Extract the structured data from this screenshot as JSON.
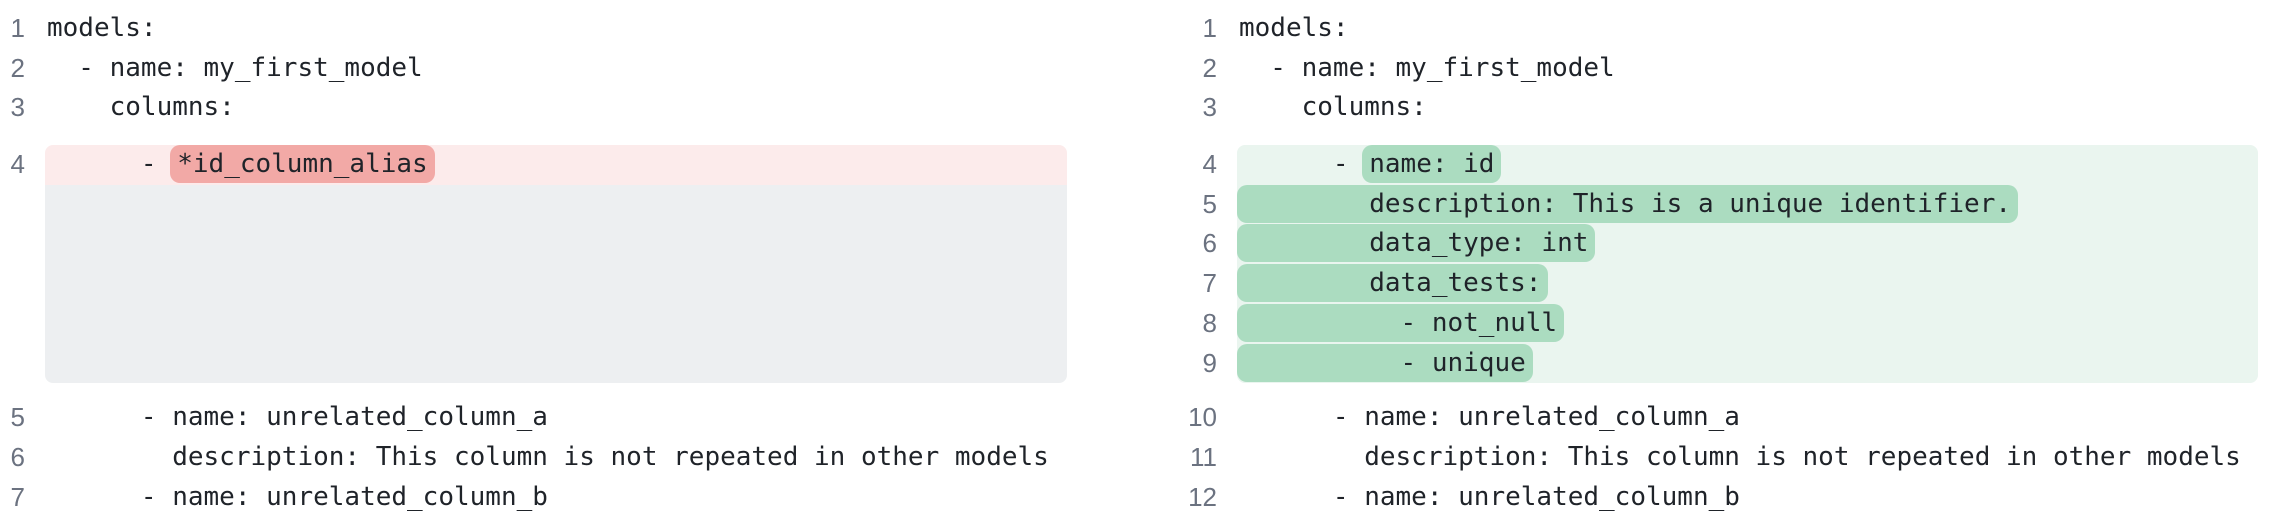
{
  "app": {
    "view": "yaml-diff-side-by-side",
    "language": "yaml"
  },
  "colors": {
    "background": "#ffffff",
    "text": "#1f2329",
    "line_number": "#6b7280",
    "removed_row": "#fcebeb",
    "removed_mark": "#f2a9a6",
    "added_row": "#eaf5ef",
    "added_mark": "#abdcc0",
    "filler": "#edeff1"
  },
  "panes": [
    {
      "id": "before",
      "content": [
        {
          "type": "line",
          "num": "1",
          "segments": [
            {
              "text": "models:"
            }
          ]
        },
        {
          "type": "line",
          "num": "2",
          "segments": [
            {
              "text": "  - name: my_first_model"
            }
          ]
        },
        {
          "type": "line",
          "num": "3",
          "segments": [
            {
              "text": "    columns:"
            }
          ]
        },
        {
          "type": "block",
          "kind": "removed",
          "rows": [
            {
              "num": "4",
              "segments": [
                {
                  "text": "      - "
                },
                {
                  "text": "*id_column_alias",
                  "mark": true
                }
              ]
            }
          ],
          "filler_rows": 5
        },
        {
          "type": "line",
          "num": "5",
          "segments": [
            {
              "text": "      - name: unrelated_column_a"
            }
          ]
        },
        {
          "type": "line",
          "num": "6",
          "segments": [
            {
              "text": "        description: This column is not repeated in other models"
            }
          ]
        },
        {
          "type": "line",
          "num": "7",
          "segments": [
            {
              "text": "      - name: unrelated_column_b"
            }
          ]
        }
      ]
    },
    {
      "id": "after",
      "content": [
        {
          "type": "line",
          "num": "1",
          "segments": [
            {
              "text": "models:"
            }
          ]
        },
        {
          "type": "line",
          "num": "2",
          "segments": [
            {
              "text": "  - name: my_first_model"
            }
          ]
        },
        {
          "type": "line",
          "num": "3",
          "segments": [
            {
              "text": "    columns:"
            }
          ]
        },
        {
          "type": "block",
          "kind": "added",
          "rows": [
            {
              "num": "4",
              "segments": [
                {
                  "text": "      - "
                },
                {
                  "text": "name: id",
                  "mark": true
                }
              ]
            },
            {
              "num": "5",
              "segments": [
                {
                  "text": "        description: This is a unique identifier.",
                  "mark": true
                }
              ]
            },
            {
              "num": "6",
              "segments": [
                {
                  "text": "        data_type: int",
                  "mark": true
                }
              ]
            },
            {
              "num": "7",
              "segments": [
                {
                  "text": "        data_tests:",
                  "mark": true
                }
              ]
            },
            {
              "num": "8",
              "segments": [
                {
                  "text": "          - not_null",
                  "mark": true
                }
              ]
            },
            {
              "num": "9",
              "segments": [
                {
                  "text": "          - unique",
                  "mark": true
                }
              ]
            }
          ],
          "filler_rows": 0
        },
        {
          "type": "line",
          "num": "10",
          "segments": [
            {
              "text": "      - name: unrelated_column_a"
            }
          ]
        },
        {
          "type": "line",
          "num": "11",
          "segments": [
            {
              "text": "        description: This column is not repeated in other models"
            }
          ]
        },
        {
          "type": "line",
          "num": "12",
          "segments": [
            {
              "text": "      - name: unrelated_column_b"
            }
          ]
        }
      ]
    }
  ]
}
